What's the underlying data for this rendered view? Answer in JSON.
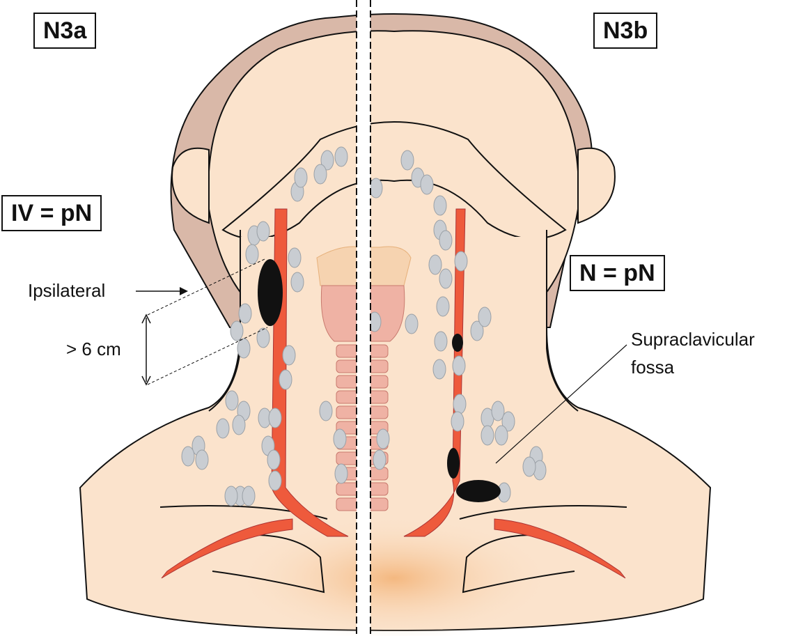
{
  "labels": {
    "left_stage": "N3a",
    "right_stage": "N3b",
    "left_condition": "IV = pN",
    "right_condition": "N = pN",
    "ipsilateral": "Ipsilateral",
    "size": "> 6 cm",
    "supraclavicular_line1": "Supraclavicular",
    "supraclavicular_line2": "fossa"
  },
  "colors": {
    "skin": "#fbe3cc",
    "hair": "#d9b8a8",
    "artery": "#ee5a3c",
    "lymph_node": "#c9cdd2",
    "metastatic_node": "#111111",
    "trachea": "#efb2a4"
  }
}
